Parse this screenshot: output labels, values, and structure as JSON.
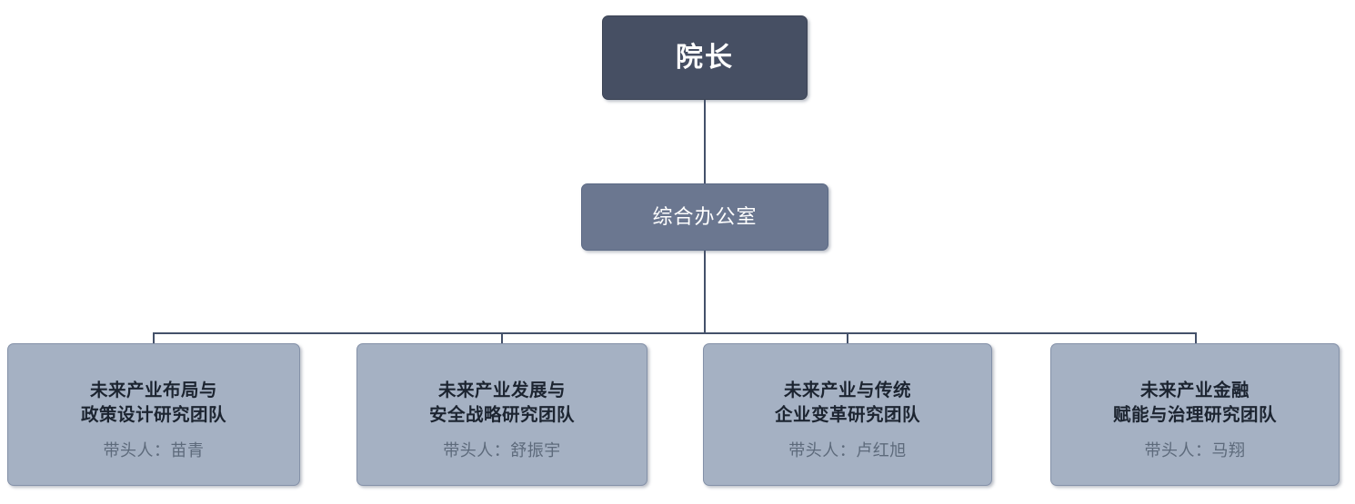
{
  "diagram": {
    "type": "organization-chart",
    "colors": {
      "level1_fill": "#464f63",
      "level2_fill": "#6b7790",
      "level3_fill": "#a5b1c3",
      "border": "#5c6a85",
      "connector": "#44516a",
      "level1_text": "#ffffff",
      "level2_text": "#ffffff",
      "level3_title_text": "#1c2430",
      "level3_leader_text": "#5d6a7b",
      "background": "#ffffff"
    },
    "level1": {
      "title": "院长"
    },
    "level2": {
      "title": "综合办公室"
    },
    "level3": [
      {
        "title_line1": "未来产业布局与",
        "title_line2": "政策设计研究团队",
        "leader": "带头人：苗青"
      },
      {
        "title_line1": "未来产业发展与",
        "title_line2": "安全战略研究团队",
        "leader": "带头人：舒振宇"
      },
      {
        "title_line1": "未来产业与传统",
        "title_line2": "企业变革研究团队",
        "leader": "带头人：卢红旭"
      },
      {
        "title_line1": "未来产业金融",
        "title_line2": "赋能与治理研究团队",
        "leader": "带头人：马翔"
      }
    ]
  }
}
